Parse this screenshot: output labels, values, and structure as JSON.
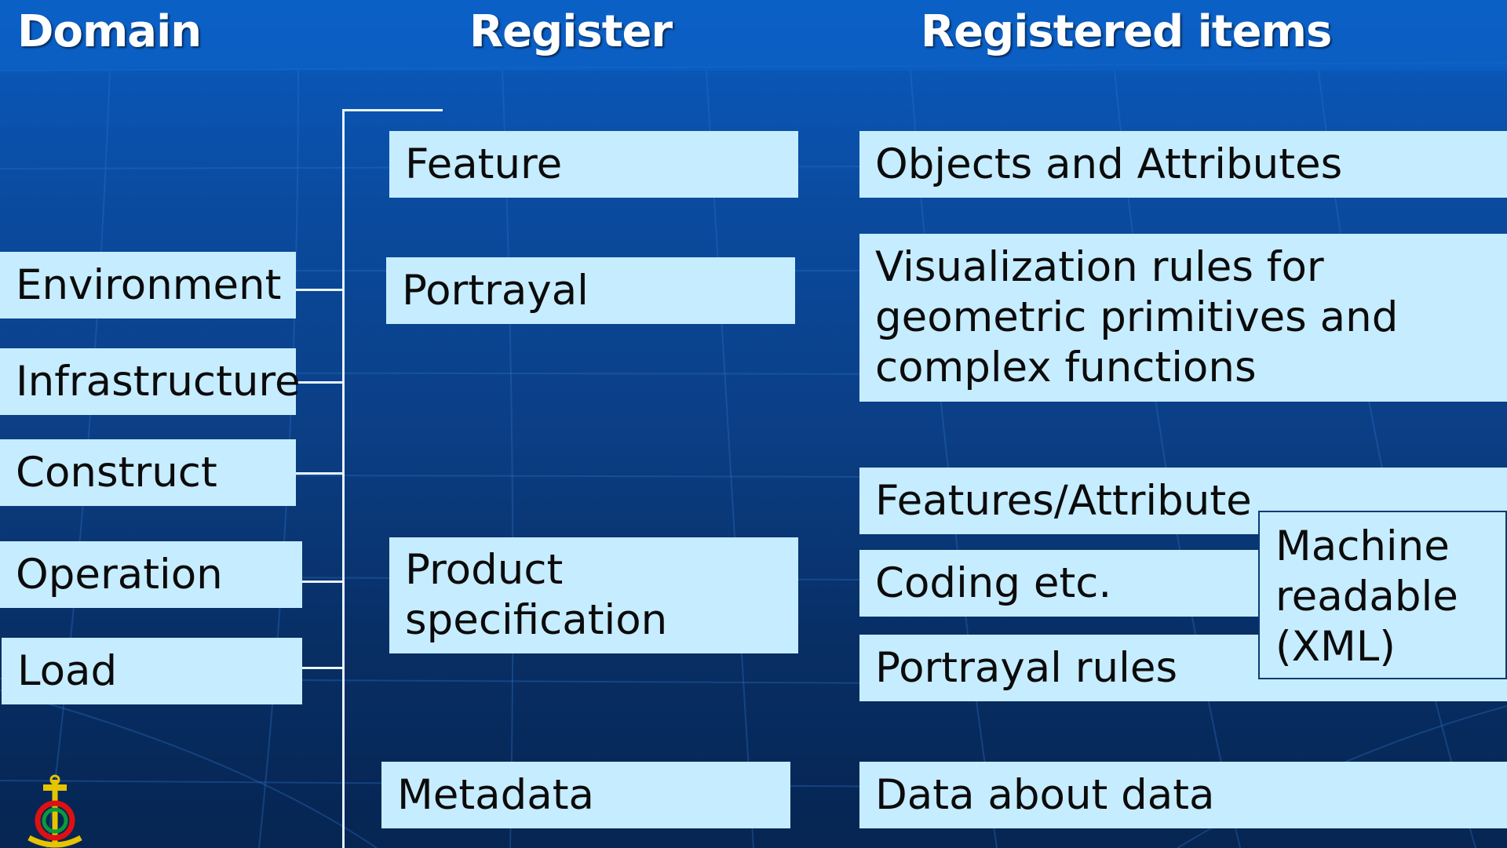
{
  "headers": {
    "domain": "Domain",
    "register": "Register",
    "registered_items": "Registered items"
  },
  "domains": [
    "Environment",
    "Infrastructure",
    "Construct",
    "Operation",
    "Load"
  ],
  "registers": {
    "feature": "Feature",
    "portrayal": "Portrayal",
    "product_specification": "Product\nspecification",
    "metadata": "Metadata"
  },
  "items": {
    "objects_attributes": "Objects and Attributes",
    "visualization_rules": "Visualization rules for\ngeometric primitives and\ncomplex functions",
    "features_attribute": "Features/Attribute",
    "coding": "Coding etc.",
    "portrayal_rules": "Portrayal rules",
    "machine_readable": "Machine\nreadable\n(XML)",
    "data_about_data": "Data about data"
  },
  "logo": {
    "icon": "iho-anchor-emblem-icon"
  },
  "colors": {
    "box_fill": "#c6ecff",
    "line": "#e8f4ff",
    "text": "#0b0b0b"
  }
}
